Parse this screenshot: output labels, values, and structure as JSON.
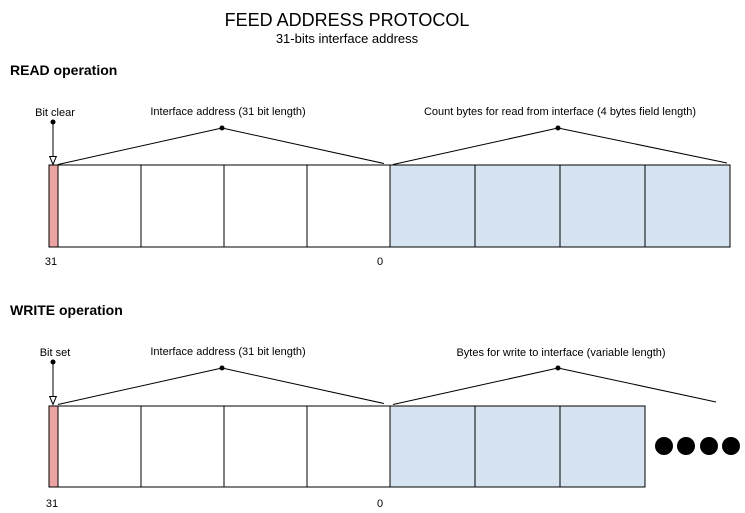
{
  "title": "FEED ADDRESS PROTOCOL",
  "subtitle": "31-bits interface address",
  "colors": {
    "bit_cell": "#eaa5a3",
    "data_cell": "#d6e4f1",
    "empty_cell": "#ffffff"
  },
  "read": {
    "heading": "READ operation",
    "bit_pointer_label": "Bit clear",
    "address_pointer_label": "Interface address (31 bit length)",
    "data_pointer_label": "Count bytes for read from interface (4 bytes field length)",
    "msb_label": "31",
    "lsb_label": "0"
  },
  "write": {
    "heading": "WRITE operation",
    "bit_pointer_label": "Bit set",
    "address_pointer_label": "Interface address (31 bit length)",
    "data_pointer_label": "Bytes for write to interface (variable length)",
    "msb_label": "31",
    "lsb_label": "0"
  }
}
